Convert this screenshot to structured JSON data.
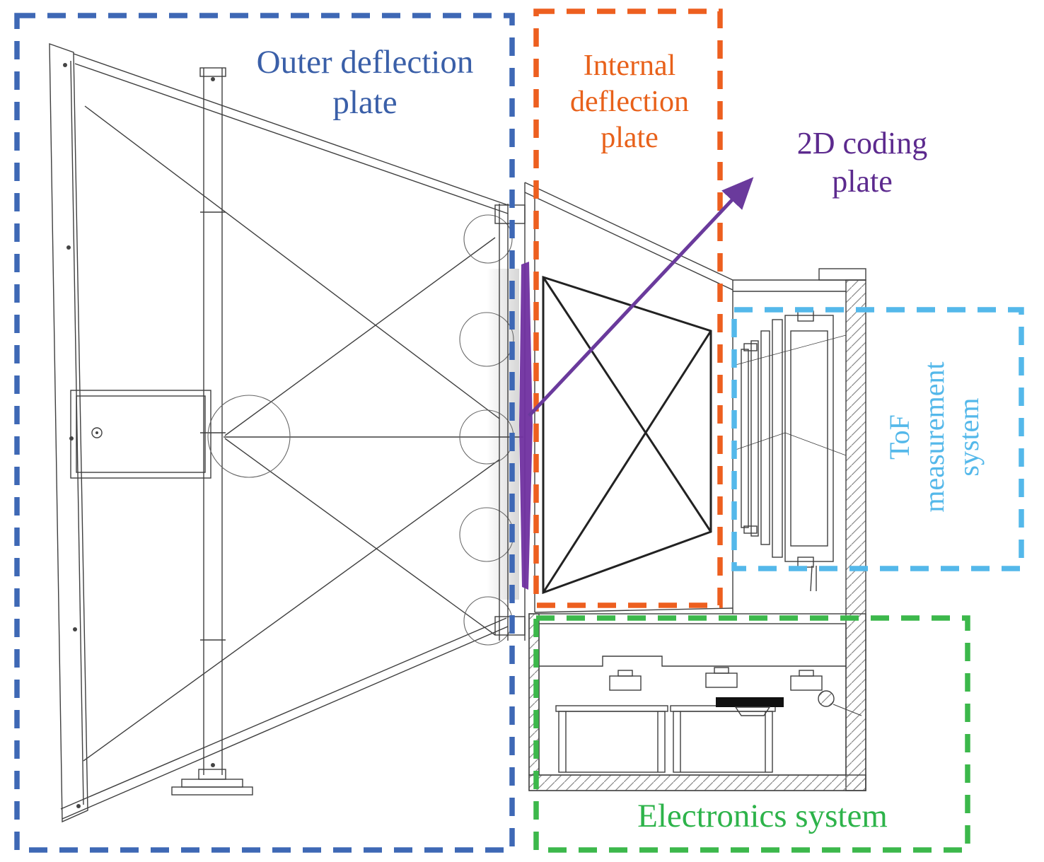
{
  "figure": {
    "labels": {
      "outer": "Outer deflection\nplate",
      "internal": "Internal\ndeflection\nplate",
      "coding": "2D coding\nplate",
      "tof": "ToF\nmeasurement\nsystem",
      "electronics": "Electronics system"
    },
    "colors": {
      "outer": "#3e68b5",
      "internal": "#ed5f1f",
      "coding": "#6a3a9c",
      "coding_fill": "#7030a0",
      "tof": "#54b8ea",
      "electronics": "#3cb84b"
    }
  }
}
